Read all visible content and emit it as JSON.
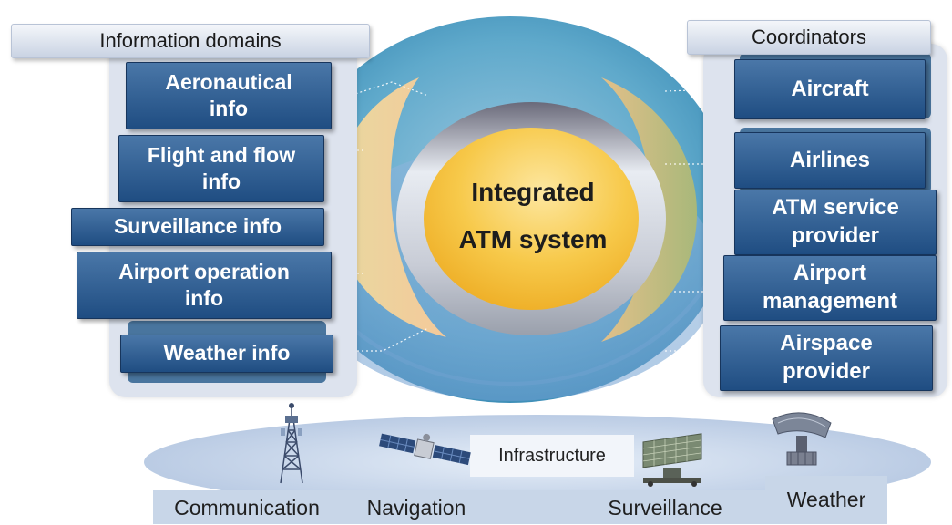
{
  "headers": {
    "left": "Information domains",
    "right": "Coordinators"
  },
  "info_domains": [
    "Aeronautical\ninfo",
    "Flight and flow\ninfo",
    "Surveillance info",
    "Airport operation\ninfo",
    "Weather info"
  ],
  "coordinators": [
    "Aircraft",
    "Airlines",
    "ATM service\nprovider",
    "Airport\nmanagement",
    "Airspace\nprovider"
  ],
  "center": "Integrated\nATM system",
  "infrastructure": {
    "label": "Infrastructure",
    "items": [
      "Communication",
      "Navigation",
      "Surveillance",
      "Weather"
    ]
  },
  "icons": [
    "antenna-tower-icon",
    "satellite-icon",
    "radar-icon",
    "weather-radar-dish-icon"
  ],
  "colors": {
    "box_dark": "#1f4d82",
    "outer_ring": "#5aa7c8",
    "center_core": "#f6c84a",
    "panel": "#dde3ee"
  }
}
